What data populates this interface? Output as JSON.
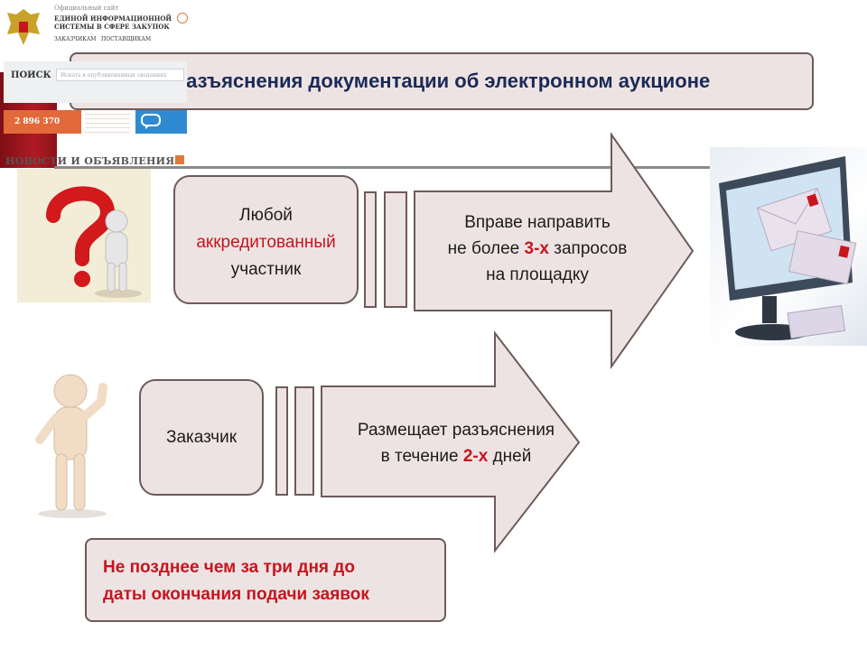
{
  "title": "Разъяснения документации об электронном аукционе",
  "row1": {
    "left_line1": "Любой",
    "left_line2": "аккредитованный",
    "left_line3": "участник",
    "arrow_line1": "Вправе направить",
    "arrow_line2_pre": "не более ",
    "arrow_line2_em": "3-х",
    "arrow_line2_post": " запросов",
    "arrow_line3": "на площадку"
  },
  "row2": {
    "left": "Заказчик",
    "arrow_line1": "Размещает разъяснения",
    "arrow_line2_pre": "в течение ",
    "arrow_line2_em": "2-х",
    "arrow_line2_post": " дней"
  },
  "note": {
    "line1": "Не позднее чем за три дня до",
    "line2": "даты окончания подачи заявок"
  },
  "website": {
    "header_small": "Официальный сайт",
    "header_line1": "ЕДИНОЙ ИНФОРМАЦИОННОЙ",
    "header_line2": "СИСТЕМЫ В СФЕРЕ ЗАКУПОК",
    "link1": "ЗАКАЗЧИКАМ",
    "link2": "ПОСТАВЩИКАМ",
    "search_label": "ПОИСК",
    "search_placeholder": "Искать в опубликованных сведениях",
    "counter": "2 896 370",
    "news": "НОВОСТИ И ОБЪЯВЛЕНИЯ"
  },
  "colors": {
    "accent_red": "#c8141e",
    "box_fill": "#eee3e3",
    "box_border": "#6e5a5a",
    "title_text": "#1a2a57"
  }
}
